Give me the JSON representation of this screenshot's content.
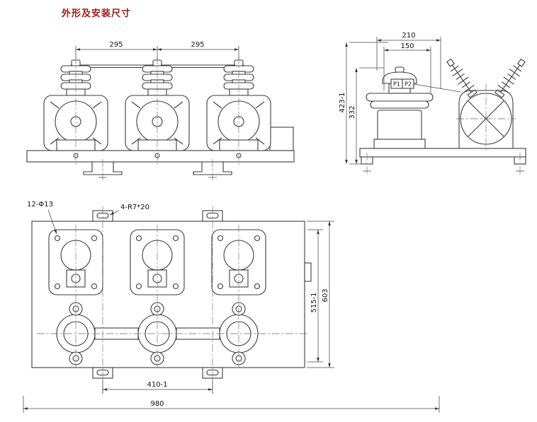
{
  "page": {
    "title": "外形及安装尺寸"
  },
  "front_view": {
    "dim_left_span": "295",
    "dim_right_span": "295"
  },
  "side_view": {
    "dim_top_width": "210",
    "dim_inner_width": "150",
    "terminal_p1": "P1",
    "terminal_p2": "P2",
    "dim_overall_height": "423-1",
    "dim_body_height": "332"
  },
  "plan_view": {
    "label_holes": "12-Φ13",
    "label_slots": "4-R7*20",
    "dim_slot_span_depth": "515-1",
    "dim_overall_depth": "603",
    "dim_slot_span_width": "410-1",
    "dim_overall_width": "980"
  },
  "colors": {
    "title_text": "#9a1b12",
    "drawing_line": "#3c3c3c",
    "dim_text": "#111111",
    "background": "#ffffff"
  }
}
